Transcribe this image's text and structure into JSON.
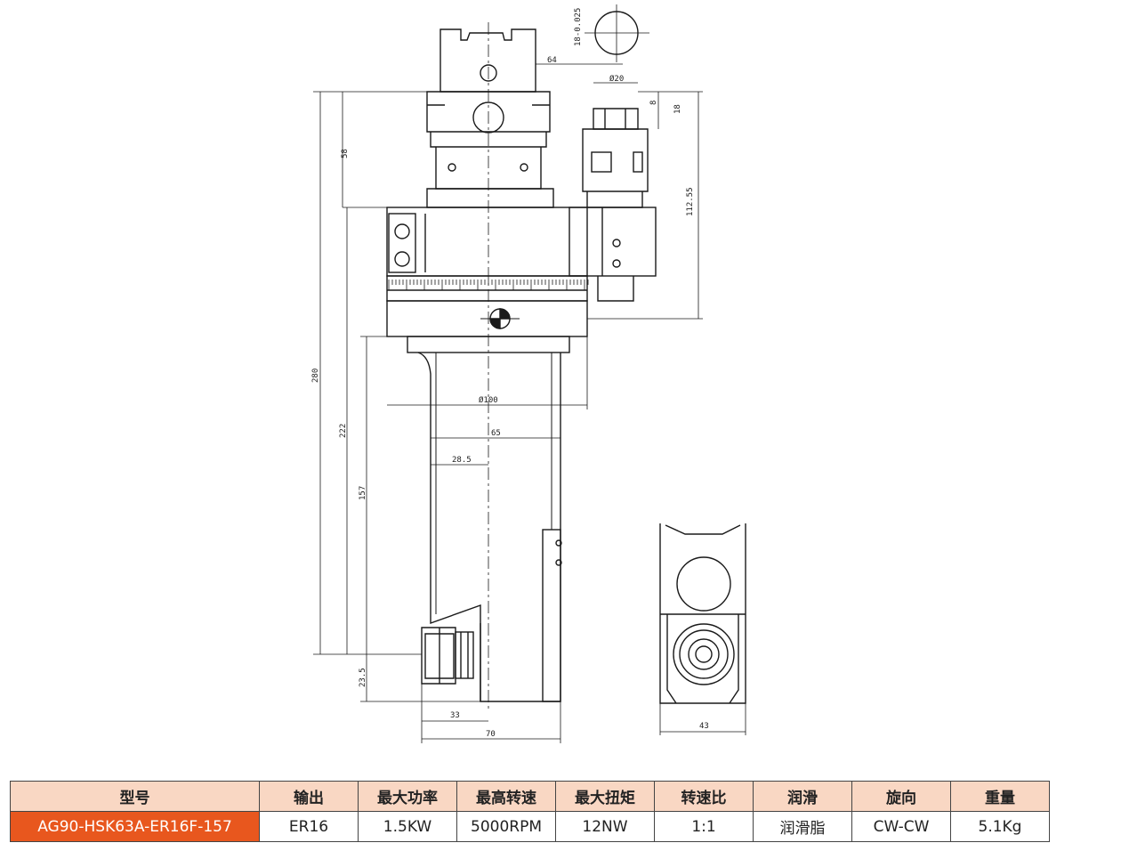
{
  "drawing": {
    "dimensions": {
      "shank_key": "18-0.025",
      "top_width": "64",
      "nut_width": "Ø20",
      "nut_h1": "8",
      "nut_h2": "18",
      "side_height": "112.55",
      "upper_height": "58",
      "total_height": "280",
      "lower_height": "222",
      "body_height": "157",
      "bottom_offset": "23.5",
      "flange_dia": "Ø100",
      "body_width": "65",
      "half_width": "28.5",
      "collet_offset": "33",
      "base_width": "70",
      "side_view_width": "43"
    }
  },
  "table": {
    "headers": [
      "型号",
      "输出",
      "最大功率",
      "最高转速",
      "最大扭矩",
      "转速比",
      "润滑",
      "旋向",
      "重量"
    ],
    "row": [
      "AG90-HSK63A-ER16F-157",
      "ER16",
      "1.5KW",
      "5000RPM",
      "12NW",
      "1:1",
      "润滑脂",
      "CW-CW",
      "5.1Kg"
    ]
  },
  "colors": {
    "line": "#1a1a1a",
    "header_bg": "#f9d7c3",
    "model_bg": "#e8571e"
  }
}
